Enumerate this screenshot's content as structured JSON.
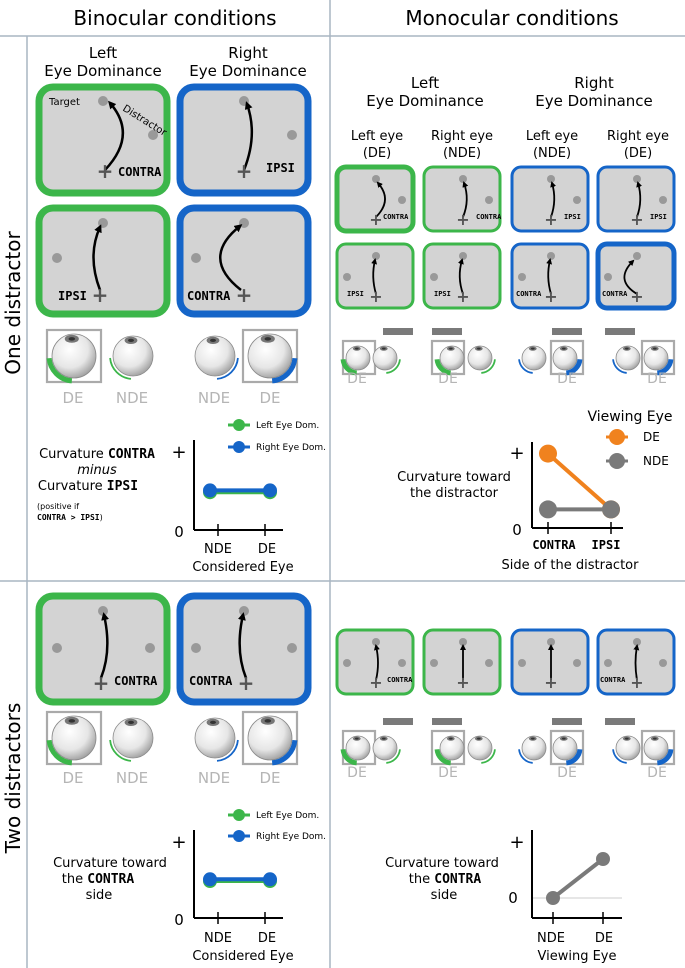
{
  "columns": {
    "binocular": "Binocular conditions",
    "monocular": "Monocular conditions"
  },
  "rows": {
    "one": "One distractor",
    "two": "Two distractors"
  },
  "binocular_heads": {
    "left_line1": "Left",
    "left_line2": "Eye Dominance",
    "right_line1": "Right",
    "right_line2": "Eye Dominance"
  },
  "monocular_heads": {
    "left_line1": "Left",
    "left_line2": "Eye Dominance",
    "right_line1": "Right",
    "right_line2": "Eye Dominance",
    "sub": [
      {
        "line1": "Left eye",
        "line2": "(DE)"
      },
      {
        "line1": "Right eye",
        "line2": "(NDE)"
      },
      {
        "line1": "Left eye",
        "line2": "(NDE)"
      },
      {
        "line1": "Right eye",
        "line2": "(DE)"
      }
    ]
  },
  "stim": {
    "target": "Target",
    "distractor": "Distractor",
    "contra": "CONTRA",
    "ipsi": "IPSI"
  },
  "eye_labels": {
    "de": "DE",
    "nde": "NDE"
  },
  "colors": {
    "green": "#3cb64a",
    "blue": "#1565c8",
    "orange": "#f0821e",
    "gray": "#7a7a7a",
    "panel": "#d3d3d3"
  },
  "charts": {
    "bino1": {
      "ylabel_line1": "Curvature",
      "ylabel_mono1": "CONTRA",
      "ylabel_line2": "minus",
      "ylabel_line3": "Curvature",
      "ylabel_mono3": "IPSI",
      "note_line1": "(positive if",
      "note_mono": "CONTRA > IPSI",
      "note_end": ")",
      "plus": "+",
      "zero": "0",
      "xticks": [
        "NDE",
        "DE"
      ],
      "xlabel": "Considered Eye",
      "legend": [
        "Left Eye Dom.",
        "Right Eye Dom."
      ]
    },
    "mono1": {
      "legend_title": "Viewing Eye",
      "legend": [
        "DE",
        "NDE"
      ],
      "ylabel_line1": "Curvature toward",
      "ylabel_line2": "the distractor",
      "plus": "+",
      "zero": "0",
      "xticks": [
        "CONTRA",
        "IPSI"
      ],
      "xlabel": "Side of the distractor"
    },
    "bino2": {
      "ylabel_line1": "Curvature toward",
      "ylabel_line2a": "the",
      "ylabel_mono": "CONTRA",
      "ylabel_line3": "side",
      "plus": "+",
      "zero": "0",
      "xticks": [
        "NDE",
        "DE"
      ],
      "xlabel": "Considered Eye",
      "legend": [
        "Left Eye Dom.",
        "Right Eye Dom."
      ]
    },
    "mono2": {
      "ylabel_line1": "Curvature toward",
      "ylabel_line2a": "the",
      "ylabel_mono": "CONTRA",
      "ylabel_line3": "side",
      "plus": "+",
      "zero": "0",
      "xticks": [
        "NDE",
        "DE"
      ],
      "xlabel": "Viewing Eye"
    }
  },
  "chart_data": [
    {
      "type": "line",
      "x": [
        "NDE",
        "DE"
      ],
      "series": [
        {
          "name": "Left Eye Dom.",
          "values": [
            0.42,
            0.42
          ]
        },
        {
          "name": "Right Eye Dom.",
          "values": [
            0.44,
            0.44
          ]
        }
      ],
      "xlabel": "Considered Eye"
    },
    {
      "type": "line",
      "x": [
        "CONTRA",
        "IPSI"
      ],
      "series": [
        {
          "name": "DE",
          "values": [
            0.8,
            0.2
          ]
        },
        {
          "name": "NDE",
          "values": [
            0.2,
            0.2
          ]
        }
      ],
      "xlabel": "Side of the distractor"
    },
    {
      "type": "line",
      "x": [
        "NDE",
        "DE"
      ],
      "series": [
        {
          "name": "Left Eye Dom.",
          "values": [
            0.42,
            0.42
          ]
        },
        {
          "name": "Right Eye Dom.",
          "values": [
            0.44,
            0.44
          ]
        }
      ],
      "xlabel": "Considered Eye"
    },
    {
      "type": "line",
      "x": [
        "NDE",
        "DE"
      ],
      "series": [
        {
          "name": "",
          "values": [
            0,
            0.3
          ]
        }
      ],
      "xlabel": "Viewing Eye"
    }
  ]
}
